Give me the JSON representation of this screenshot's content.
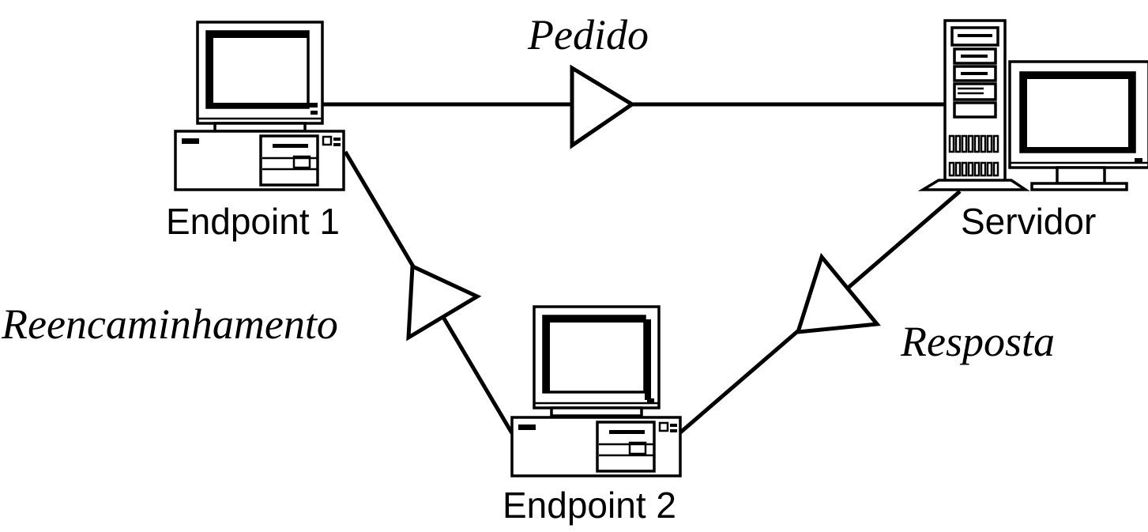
{
  "nodes": {
    "endpoint1": {
      "label": "Endpoint 1"
    },
    "endpoint2": {
      "label": "Endpoint 2"
    },
    "server": {
      "label": "Servidor"
    }
  },
  "edges": {
    "request": {
      "label": "Pedido"
    },
    "forward": {
      "label": "Reencaminhamento"
    },
    "response": {
      "label": "Resposta"
    }
  },
  "colors": {
    "stroke": "#000000",
    "background": "#ffffff"
  }
}
